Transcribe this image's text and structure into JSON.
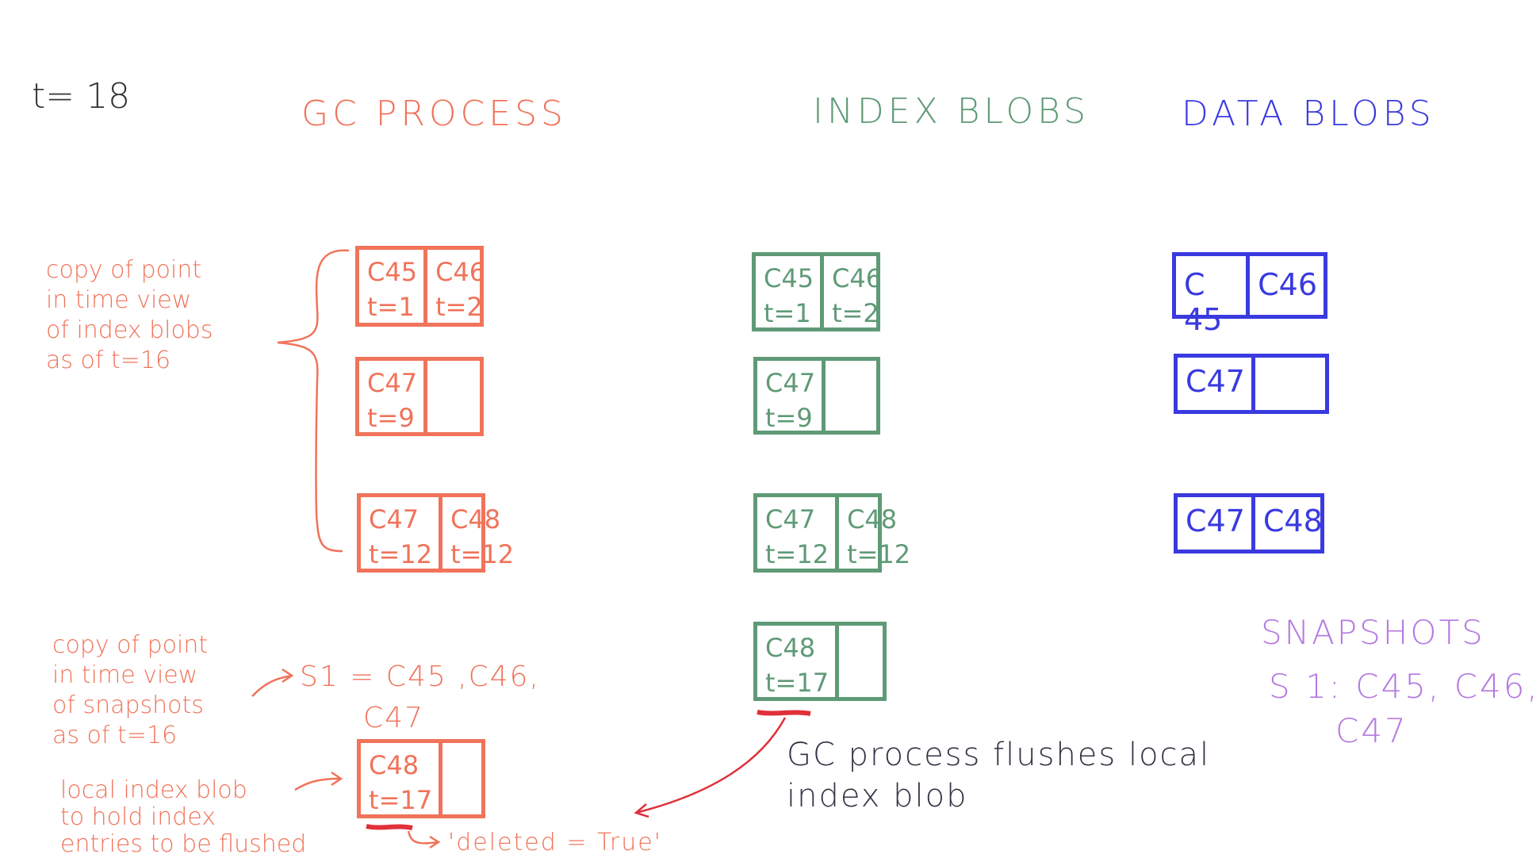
{
  "time_label": "t= 18",
  "headers": {
    "gc": "GC PROCESS",
    "index": "INDEX BLOBS",
    "data": "DATA BLOBS"
  },
  "gc_note": [
    "copy of point",
    "in time view",
    "of index blobs",
    "as of t=16"
  ],
  "gc_blobs": [
    {
      "cells": [
        {
          "id": "C45",
          "t": "t=1"
        },
        {
          "id": "C46",
          "t": "t=2"
        }
      ]
    },
    {
      "cells": [
        {
          "id": "C47",
          "t": "t=9"
        },
        {
          "id": "",
          "t": ""
        }
      ]
    },
    {
      "cells": [
        {
          "id": "C47",
          "t": "t=12"
        },
        {
          "id": "C48",
          "t": "t=12"
        }
      ]
    }
  ],
  "snapshot_note": [
    "copy of point",
    "in time view",
    "of snapshots",
    "as of t=16"
  ],
  "snapshot_copy": [
    "S1 = C45 ,C46,",
    "C47"
  ],
  "local_note": [
    "local index blob",
    "to hold index",
    "entries to be flushed"
  ],
  "local_blob": {
    "cells": [
      {
        "id": "C48",
        "t": "t=17"
      },
      {
        "id": "",
        "t": ""
      }
    ]
  },
  "deleted_label": "'deleted = True'",
  "index_blobs": [
    {
      "cells": [
        {
          "id": "C45",
          "t": "t=1"
        },
        {
          "id": "C46",
          "t": "t=2"
        }
      ]
    },
    {
      "cells": [
        {
          "id": "C47",
          "t": "t=9"
        },
        {
          "id": "",
          "t": ""
        }
      ]
    },
    {
      "cells": [
        {
          "id": "C47",
          "t": "t=12"
        },
        {
          "id": "C48",
          "t": "t=12"
        }
      ]
    },
    {
      "cells": [
        {
          "id": "C48",
          "t": "t=17"
        },
        {
          "id": "",
          "t": ""
        }
      ]
    }
  ],
  "flush_note": [
    "GC process flushes local",
    "index blob"
  ],
  "data_blobs": [
    {
      "cells": [
        "C 45",
        "C46"
      ]
    },
    {
      "cells": [
        "C47",
        ""
      ]
    },
    {
      "cells": [
        "C47",
        "C48"
      ]
    }
  ],
  "snapshots": {
    "title": "SNAPSHOTS",
    "lines": [
      "S 1: C45, C46,",
      "C47"
    ]
  }
}
